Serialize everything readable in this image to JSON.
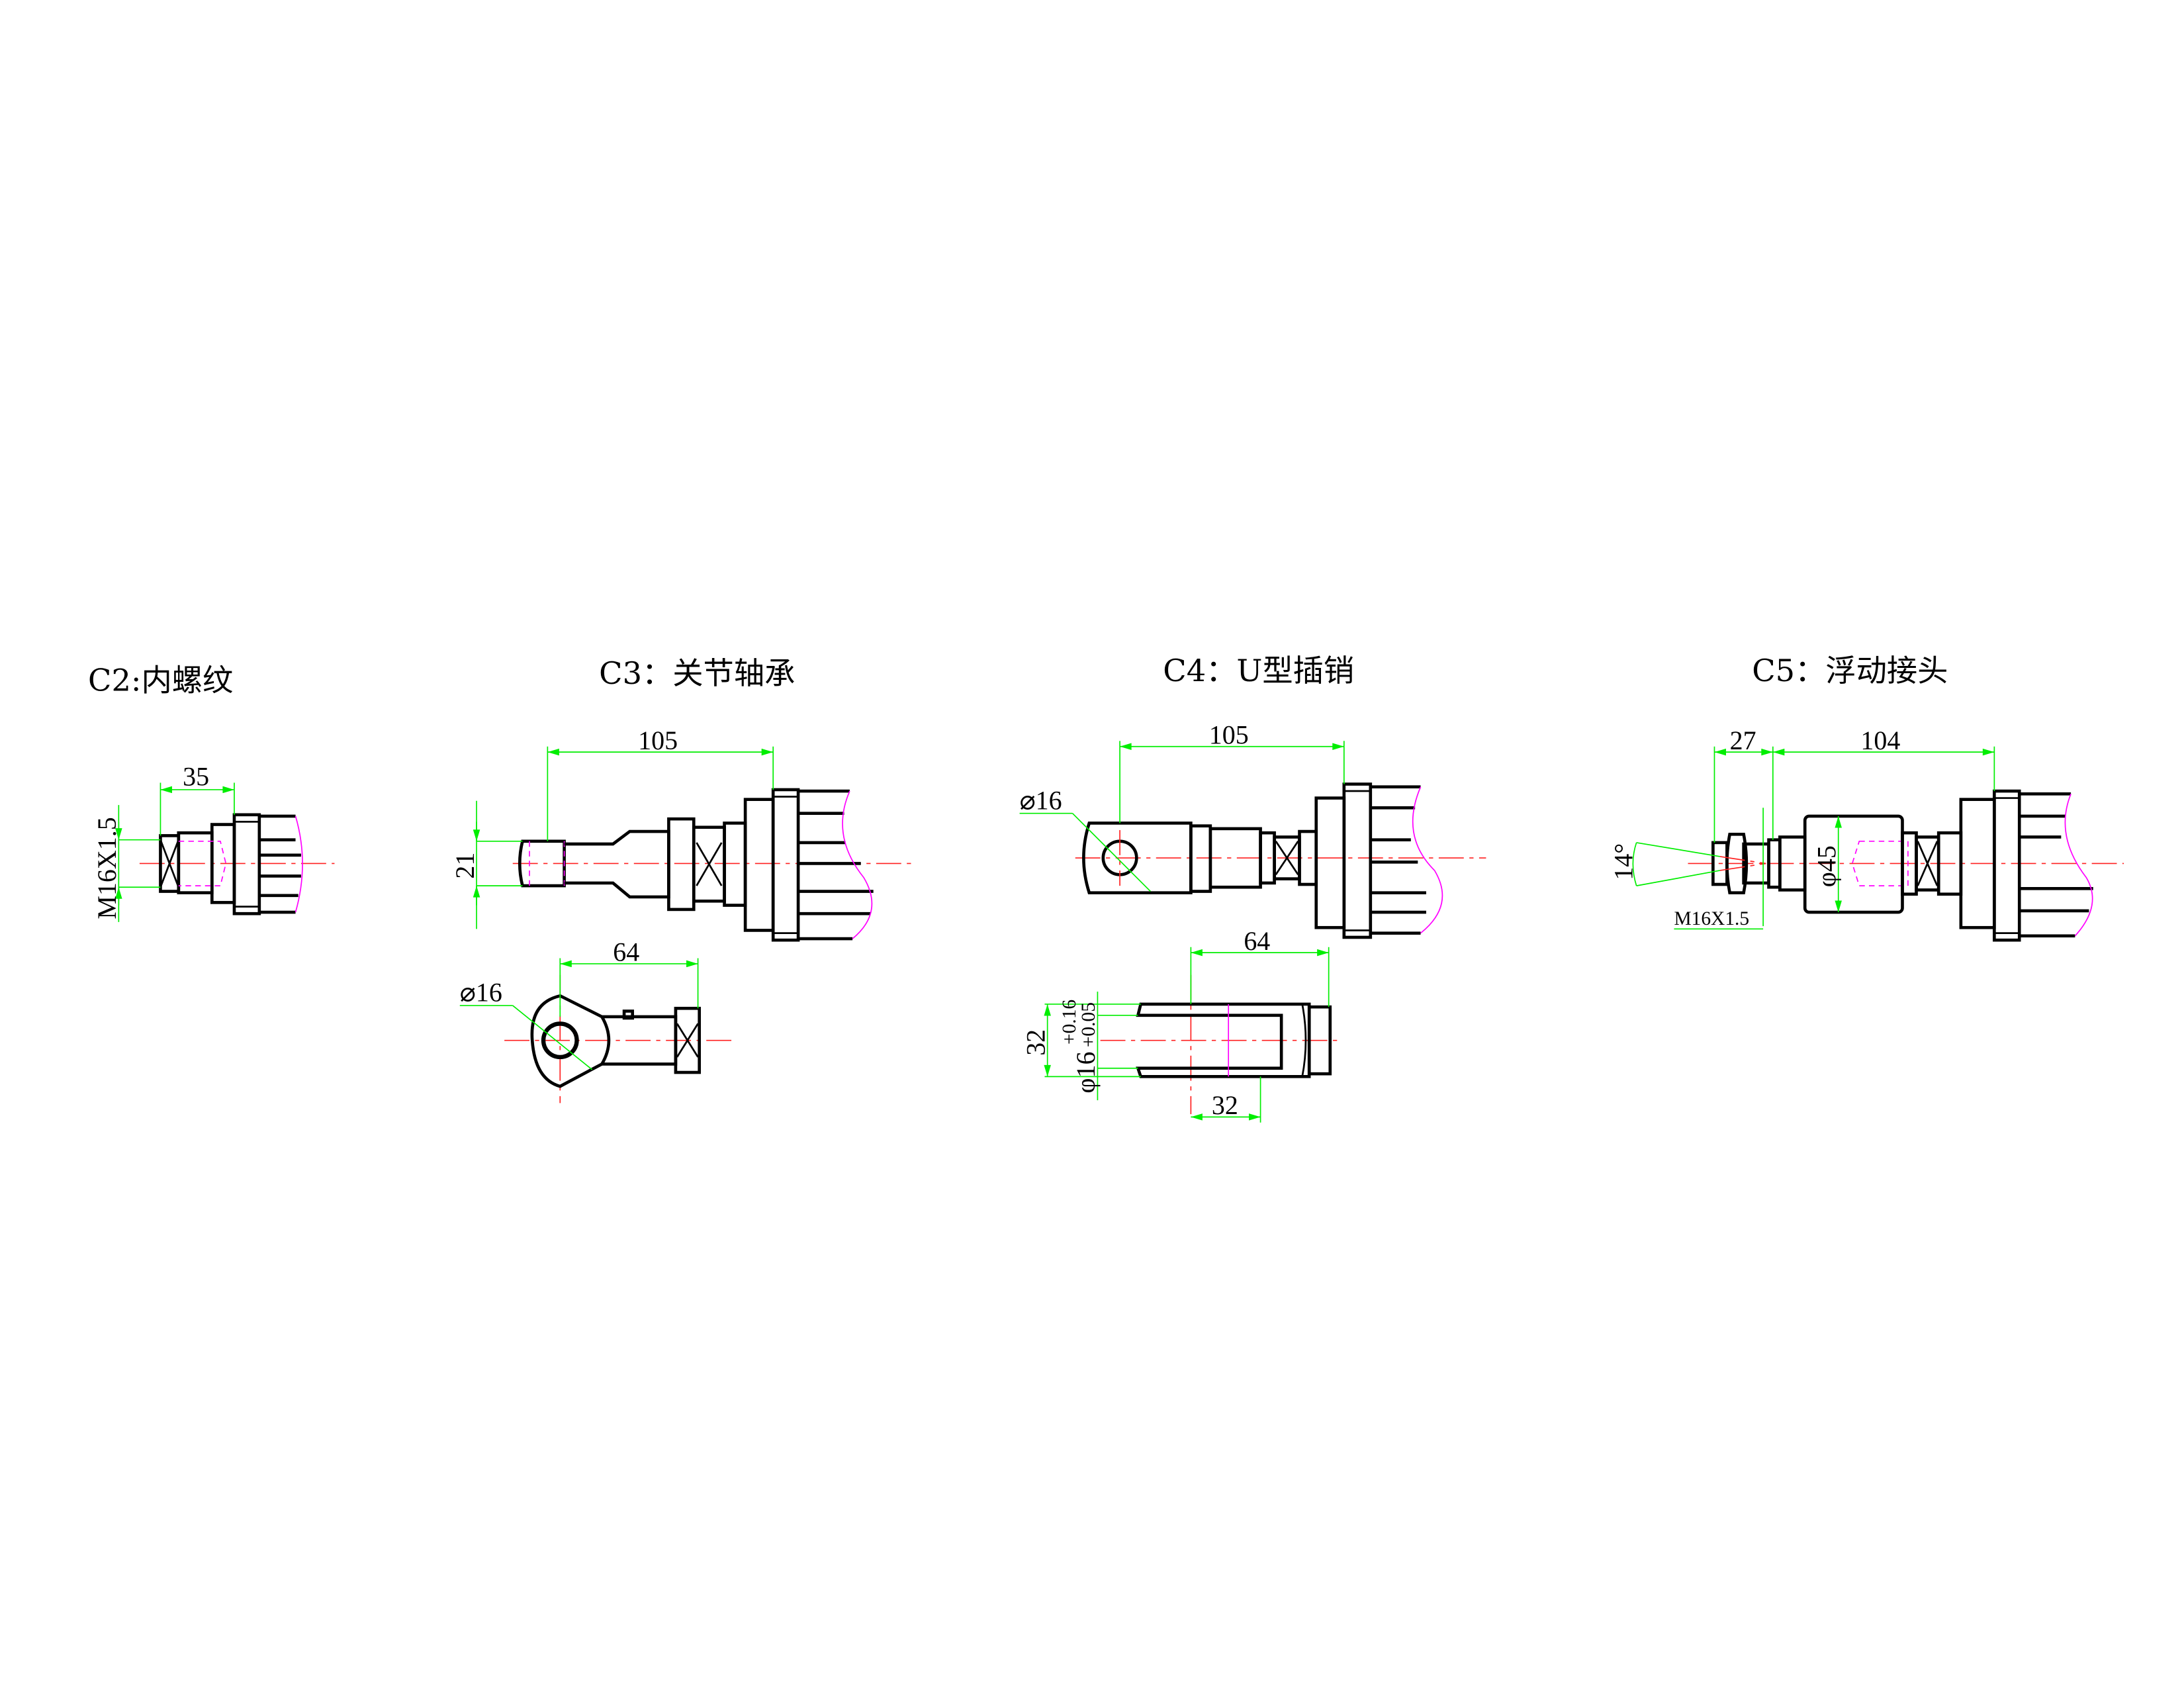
{
  "views": {
    "c2": {
      "title": "C2:内螺纹",
      "dim_length": "35",
      "thread": "M16X1.5"
    },
    "c3": {
      "title": "C3：关节轴承",
      "dim_length": "105",
      "dim_width": "21",
      "dim_eye": "64",
      "dim_hole": "⌀16"
    },
    "c4": {
      "title": "C4：U型插销",
      "dim_length": "105",
      "dim_hole": "⌀16",
      "dim_fork": "64",
      "dim_fork_gap": "32",
      "dim_fork_width": "32",
      "dim_pin": "φ16",
      "tol_upper": "+0.16",
      "tol_lower": "+0.05"
    },
    "c5": {
      "title": "C5：浮动接头",
      "dim_short": "27",
      "dim_length": "104",
      "dim_diameter": "φ45",
      "thread": "M16X1.5",
      "angle": "14°"
    }
  },
  "colors": {
    "outline": "#000000",
    "centerline": "#ff2020",
    "dimension": "#00ee00",
    "break_line": "#ff00ff"
  }
}
